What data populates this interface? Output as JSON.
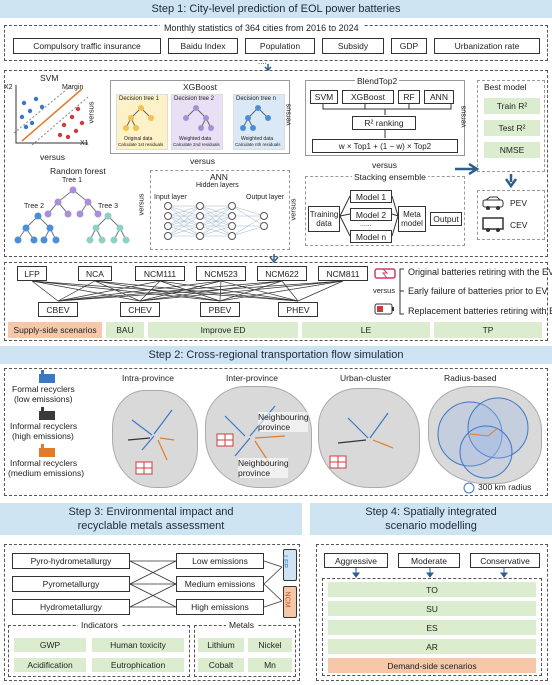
{
  "step1": {
    "title": "Step 1: City-level prediction of EOL power batteries",
    "stats_title": "Monthly statistics of 364 cities from 2016 to 2024",
    "features": [
      "Compulsory traffic insurance",
      "Baidu Index",
      "Population",
      "Subsidy",
      "GDP",
      "Urbanization rate"
    ],
    "svm": {
      "title": "SVM",
      "margin": "Margin",
      "x2": "X2",
      "x1": "X1"
    },
    "xgboost": {
      "title": "XGBoost",
      "trees": [
        "Decision tree 1",
        "Decision tree 2",
        "Decision tree n"
      ],
      "data_labels": [
        "Original data",
        "Weighted data",
        "Weighted data"
      ],
      "residual_labels": [
        "Calculate 1st residuals",
        "Calculate 2nd residuals",
        "Calculate nth residuals"
      ]
    },
    "versus": "versus",
    "rf": {
      "title": "Random forest",
      "trees": [
        "Tree 1",
        "Tree 2",
        "Tree 3"
      ]
    },
    "ann": {
      "title": "ANN",
      "hidden": "Hidden layers",
      "input": "Input layer",
      "output": "Output layer"
    },
    "blend": {
      "title": "BlendTop2",
      "models": [
        "SVM",
        "XGBoost",
        "RF",
        "ANN"
      ],
      "ranking": "R² ranking",
      "formula": "w × Top1 + (1 − w) × Top2"
    },
    "stack": {
      "title": "Stacking ensemble",
      "training": "Training data",
      "models": [
        "Model 1",
        "Model 2",
        "......",
        "Model n"
      ],
      "meta": "Meta model",
      "output": "Output"
    },
    "best": {
      "title": "Best model",
      "metrics": [
        "Train R²",
        "Test R²",
        "NMSE"
      ],
      "vehicles": [
        "PEV",
        "CEV"
      ]
    },
    "chemistries": [
      "LFP",
      "NCA",
      "NCM111",
      "NCM523",
      "NCM622",
      "NCM811"
    ],
    "vehicle_types": [
      "CBEV",
      "CHEV",
      "PBEV",
      "PHEV"
    ],
    "retire": [
      "Original batteries retiring with the EV",
      "Early failure of batteries prior to EV",
      "Replacement batteries retiring with EV"
    ],
    "scenarios": {
      "label": "Supply-side scenarios",
      "items": [
        "BAU",
        "Improve ED",
        "LE",
        "TP"
      ]
    }
  },
  "step2": {
    "title": "Step 2: Cross-regional transportation flow simulation",
    "recyclers": [
      {
        "name": "Formal recyclers",
        "detail": "(low emissions)",
        "color": "#3b78c4"
      },
      {
        "name": "Informal recyclers",
        "detail": "(high emissions)",
        "color": "#3a3a3a"
      },
      {
        "name": "Informal recyclers",
        "detail": "(medium emissions)",
        "color": "#e07b2b"
      }
    ],
    "maps": [
      "Intra-province",
      "Inter-province",
      "Urban-cluster",
      "Radius-based"
    ],
    "neighbour1": "Neighbouring province",
    "neighbour2": "Neighbouring province",
    "radius": "300 km radius"
  },
  "step3": {
    "title": "Step 3: Environmental impact and recyclable metals assessment",
    "processes": [
      "Pyro-hydrometallurgy",
      "Pyrometallurgy",
      "Hydrometallurgy"
    ],
    "emissions": [
      "Low emissions",
      "Medium emissions",
      "High emissions"
    ],
    "batt": [
      "LFP",
      "NCM"
    ],
    "indicators_title": "Indicators",
    "indicators": [
      "GWP",
      "Human toxicity",
      "Acidification",
      "Eutrophication"
    ],
    "metals_title": "Metals",
    "metals": [
      "Lithium",
      "Nickel",
      "Cobalt",
      "Mn"
    ]
  },
  "step4": {
    "title": "Step 4: Spatially integrated scenario modelling",
    "modes": [
      "Aggressive",
      "Moderate",
      "Conservative"
    ],
    "scenarios": [
      "TO",
      "SU",
      "ES",
      "AR"
    ],
    "demand": "Demand-side scenarios"
  },
  "colors": {
    "banner": "#cfe4f3",
    "green": "#dcedcf",
    "orange": "#f6c7a8",
    "blue": "#3b78c4",
    "accent_orange": "#e07b2b"
  }
}
